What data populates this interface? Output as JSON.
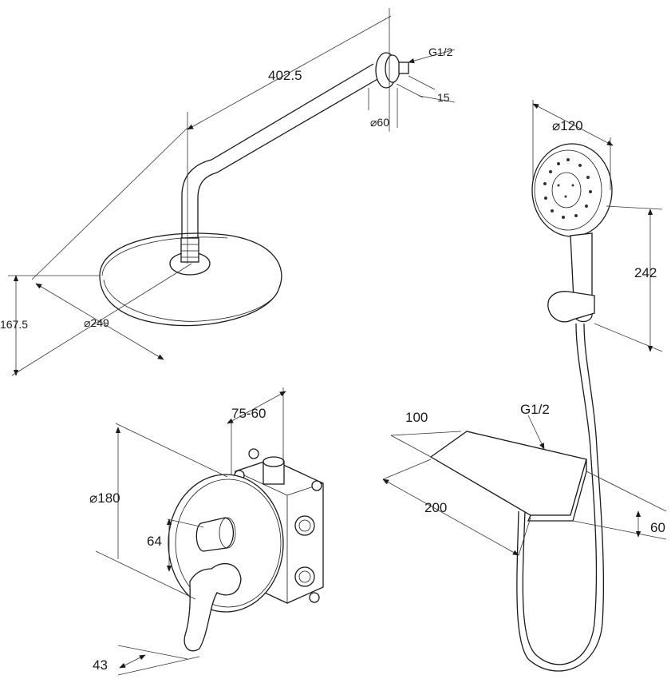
{
  "labels": {
    "arm_length": "402.5",
    "arm_thread": "G1/2",
    "flange_depth": "15",
    "flange_diameter": "⌀60",
    "head_diameter": "⌀249",
    "head_height": "167.5",
    "hand_diameter": "⌀120",
    "hand_length": "242",
    "mixer_depth": "75-60",
    "mixer_diameter": "⌀180",
    "mixer_height": "64",
    "lever_depth": "43",
    "shelf_depth": "100",
    "shelf_thread": "G1/2",
    "shelf_width": "200",
    "shelf_height": "60"
  }
}
